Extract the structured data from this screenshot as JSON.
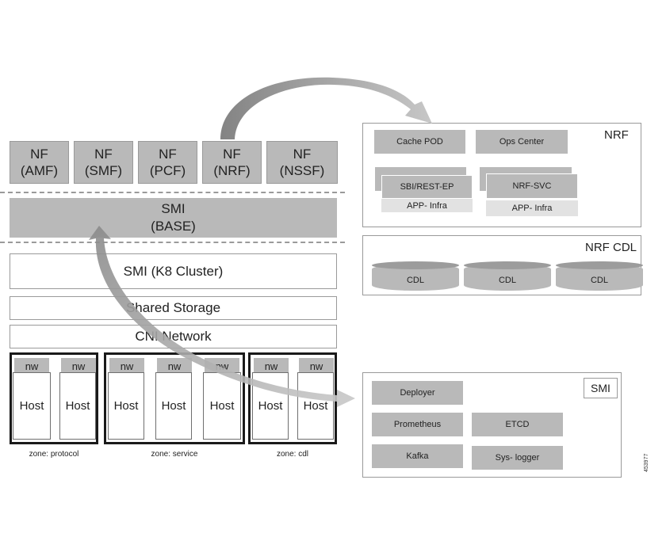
{
  "nf_functions": [
    {
      "label": "NF\n(AMF)"
    },
    {
      "label": "NF\n(SMF)"
    },
    {
      "label": "NF\n(PCF)"
    },
    {
      "label": "NF\n(NRF)"
    },
    {
      "label": "NF\n(NSSF)"
    }
  ],
  "smi_base": "SMI\n(BASE)",
  "smi_cluster": "SMI (K8 Cluster)",
  "shared_storage": "Shared Storage",
  "cni_network": "CNI Network",
  "zones": [
    {
      "label": "zone: protocol",
      "hosts": [
        "Host",
        "Host"
      ],
      "nw": [
        "nw",
        "nw"
      ]
    },
    {
      "label": "zone: service",
      "hosts": [
        "Host",
        "Host",
        "Host"
      ],
      "nw": [
        "nw",
        "nw",
        "nw"
      ]
    },
    {
      "label": "zone: cdl",
      "hosts": [
        "Host",
        "Host"
      ],
      "nw": [
        "nw",
        "nw"
      ]
    }
  ],
  "nrf_panel": {
    "title": "NRF",
    "cache_pod": "Cache POD",
    "ops_center": "Ops Center",
    "sbi_rest_ep": "SBI/REST-EP",
    "app_infra_1": "APP- Infra",
    "nrf_svc": "NRF-SVC",
    "app_infra_2": "APP- Infra"
  },
  "nrf_cdl_panel": {
    "title": "NRF CDL",
    "cdl_items": [
      "CDL",
      "CDL",
      "CDL"
    ]
  },
  "smi_panel": {
    "title": "SMI",
    "deployer": "Deployer",
    "prometheus": "Prometheus",
    "etcd": "ETCD",
    "kafka": "Kafka",
    "sys_logger": "Sys- logger"
  },
  "figure_code": "453977",
  "colors": {
    "box_grey": "#b9b9b9",
    "arrow_grey": "#9e9e9e",
    "zone_border": "#1a1a1a"
  }
}
